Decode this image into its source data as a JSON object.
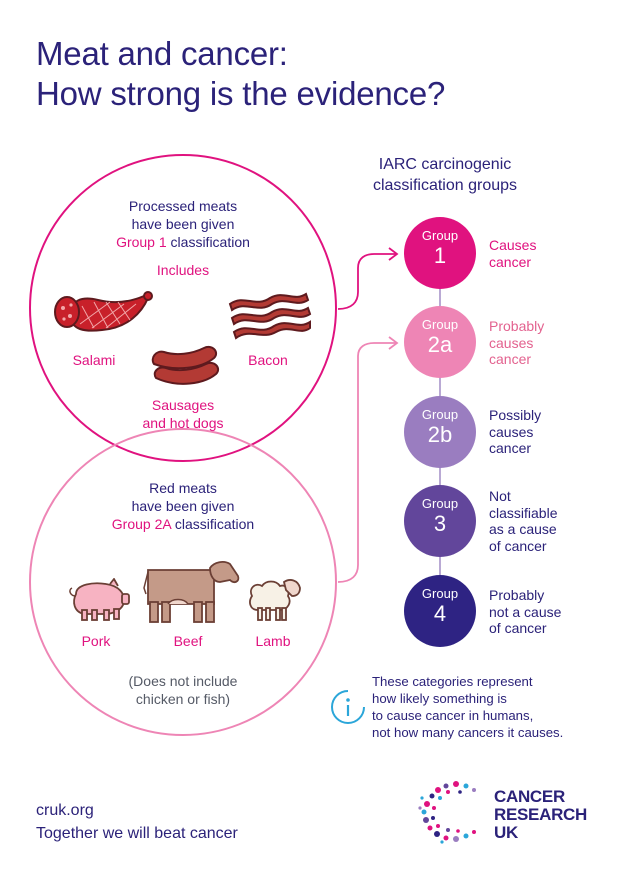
{
  "title": {
    "line1": "Meat and cancer:",
    "line2": "How strong is the evidence?"
  },
  "iarc": {
    "line1": "IARC carcinogenic",
    "line2": "classification groups"
  },
  "processed": {
    "line1": "Processed meats",
    "line2": "have been given",
    "group_text": "Group 1",
    "classification": " classification",
    "includes": "Includes",
    "items": {
      "salami": "Salami",
      "bacon": "Bacon",
      "sausages1": "Sausages",
      "sausages2": "and hot dogs"
    }
  },
  "red": {
    "line1": "Red meats",
    "line2": "have been given",
    "group_text": "Group 2A",
    "classification": " classification",
    "items": {
      "pork": "Pork",
      "beef": "Beef",
      "lamb": "Lamb"
    },
    "exclude1": "(Does not include",
    "exclude2": "chicken or fish)"
  },
  "groups": [
    {
      "word": "Group",
      "num": "1",
      "d1": "Causes",
      "d2": "cancer",
      "d3": "",
      "d4": "",
      "color": "#e0127f"
    },
    {
      "word": "Group",
      "num": "2a",
      "d1": "Probably",
      "d2": "causes",
      "d3": "cancer",
      "d4": "",
      "color": "#ee85b5"
    },
    {
      "word": "Group",
      "num": "2b",
      "d1": "Possibly",
      "d2": "causes",
      "d3": "cancer",
      "d4": "",
      "color": "#9a7dc0"
    },
    {
      "word": "Group",
      "num": "3",
      "d1": "Not",
      "d2": "classifiable",
      "d3": "as a cause",
      "d4": "of cancer",
      "color": "#62469b"
    },
    {
      "word": "Group",
      "num": "4",
      "d1": "Probably",
      "d2": "not a cause",
      "d3": "of cancer",
      "d4": "",
      "color": "#2e2383"
    }
  ],
  "note": {
    "l1": "These categories represent",
    "l2": "how likely something is",
    "l3": "to cause cancer in humans,",
    "l4": "not how many cancers it causes."
  },
  "footer": {
    "url": "cruk.org",
    "tagline": "Together we will beat cancer"
  },
  "logo": {
    "l1": "CANCER",
    "l2": "RESEARCH",
    "l3": "UK"
  },
  "colors": {
    "magenta": "#e0127f",
    "light_pink": "#e3628f",
    "navy": "#2b2279",
    "info_blue": "#2ba6d9"
  }
}
